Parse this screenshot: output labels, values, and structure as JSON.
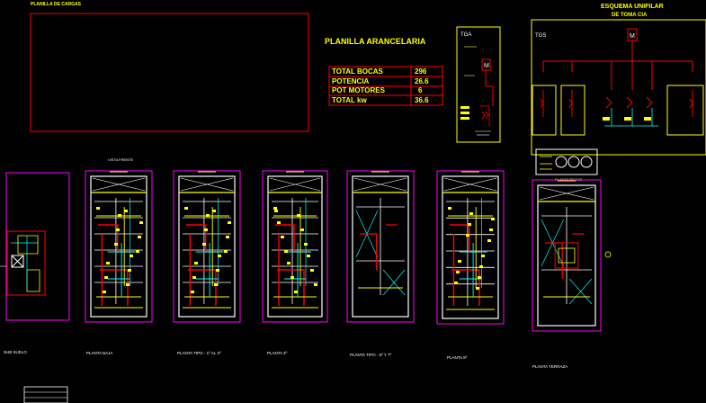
{
  "top_left_title": "PLANILLA DE CARGAS",
  "arancelaria": {
    "title": "PLANILLA ARANCELARIA",
    "rows": [
      {
        "label": "TOTAL BOCAS",
        "value": "296"
      },
      {
        "label": "POTENCIA",
        "value": "26.6"
      },
      {
        "label": "POT MOTORES",
        "value": "6"
      },
      {
        "label": "TOTAL kw",
        "value": "36.6"
      }
    ]
  },
  "tga": {
    "label": "TGA",
    "motor": "M"
  },
  "unifilar": {
    "title_line1": "ESQUEMA UNIFILAR",
    "title_line2": "DE TOMA CIA",
    "tgs_label": "TGS",
    "motor": "M"
  },
  "facade_label": "VISTA FRENTE",
  "planta_techo_label": "PLANTA TECHO",
  "plan_labels": [
    "SUB SUELO",
    "PLANTA BAJA",
    "PLANTA TIPO - 1º AL 3º",
    "PLANTA 4º",
    "PLANTA TIPO - 5º Y 7º",
    "PLANTA 8º",
    "PLANTA TERRAZA"
  ],
  "colors": {
    "background": "#000000",
    "text": "#ffff00",
    "frame": "#ff0000",
    "plan_outline": "#ff00ff",
    "wiring": "#00ffff",
    "walls": "#ffffff"
  }
}
